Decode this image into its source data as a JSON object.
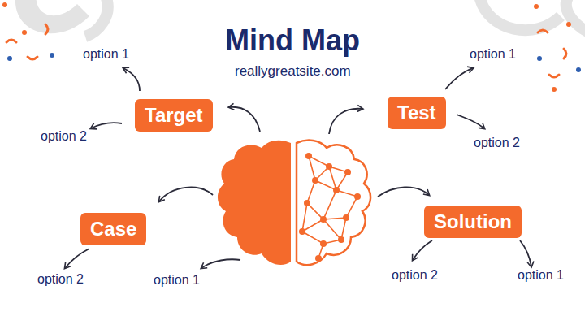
{
  "diagram": {
    "title": "Mind Map",
    "nodes": [
      {
        "text": [
          "Target"
        ]
      },
      {
        "text": [
          "Test"
        ]
      },
      {
        "text": [
          "Case"
        ]
      },
      {
        "text": [
          "Solution"
        ]
      }
    ],
    "labels": [
      "reallygreatsite.com",
      "option 1",
      "option 2",
      "option 1",
      "option 2",
      "option 2",
      "option 1",
      "option 2",
      "option 1"
    ]
  }
}
